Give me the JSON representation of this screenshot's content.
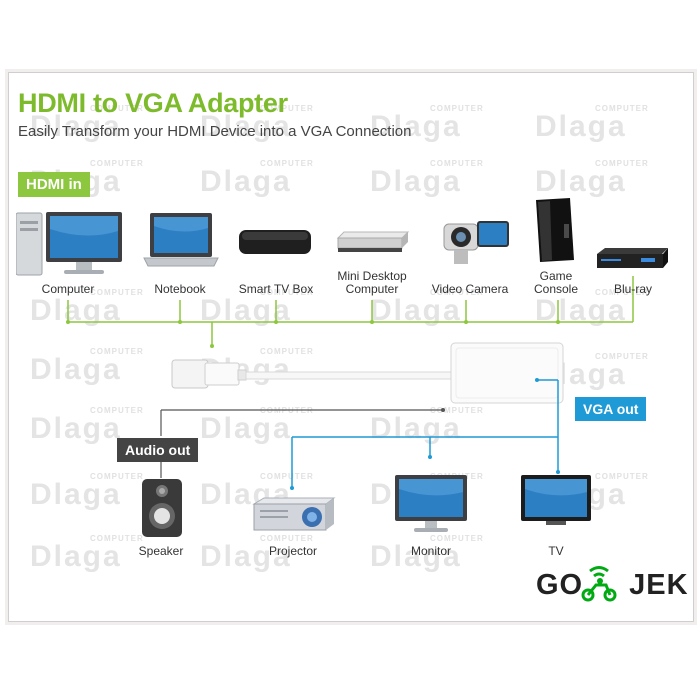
{
  "header": {
    "title": "HDMI to VGA Adapter",
    "subtitle": "Easily Transform your HDMI Device into a VGA Connection"
  },
  "tags": {
    "hdmi_in": "HDMI in",
    "vga_out": "VGA out",
    "audio_out": "Audio out"
  },
  "sources": {
    "computer": "Computer",
    "notebook": "Notebook",
    "smart_tv_box": "Smart TV Box",
    "mini_desktop": "Mini Desktop\nComputer",
    "video_camera": "Video Camera",
    "game_console": "Game\nConsole",
    "bluray": "Blu-ray"
  },
  "outputs": {
    "speaker": "Speaker",
    "projector": "Projector",
    "monitor": "Monitor",
    "tv": "TV"
  },
  "watermark": {
    "word": "Dlaga",
    "small": "COMPUTER"
  },
  "logo": {
    "left": "GO",
    "right": "JEK"
  },
  "colors": {
    "green": "#8dc63f",
    "blue": "#1e9ad6",
    "dark": "#444444"
  }
}
